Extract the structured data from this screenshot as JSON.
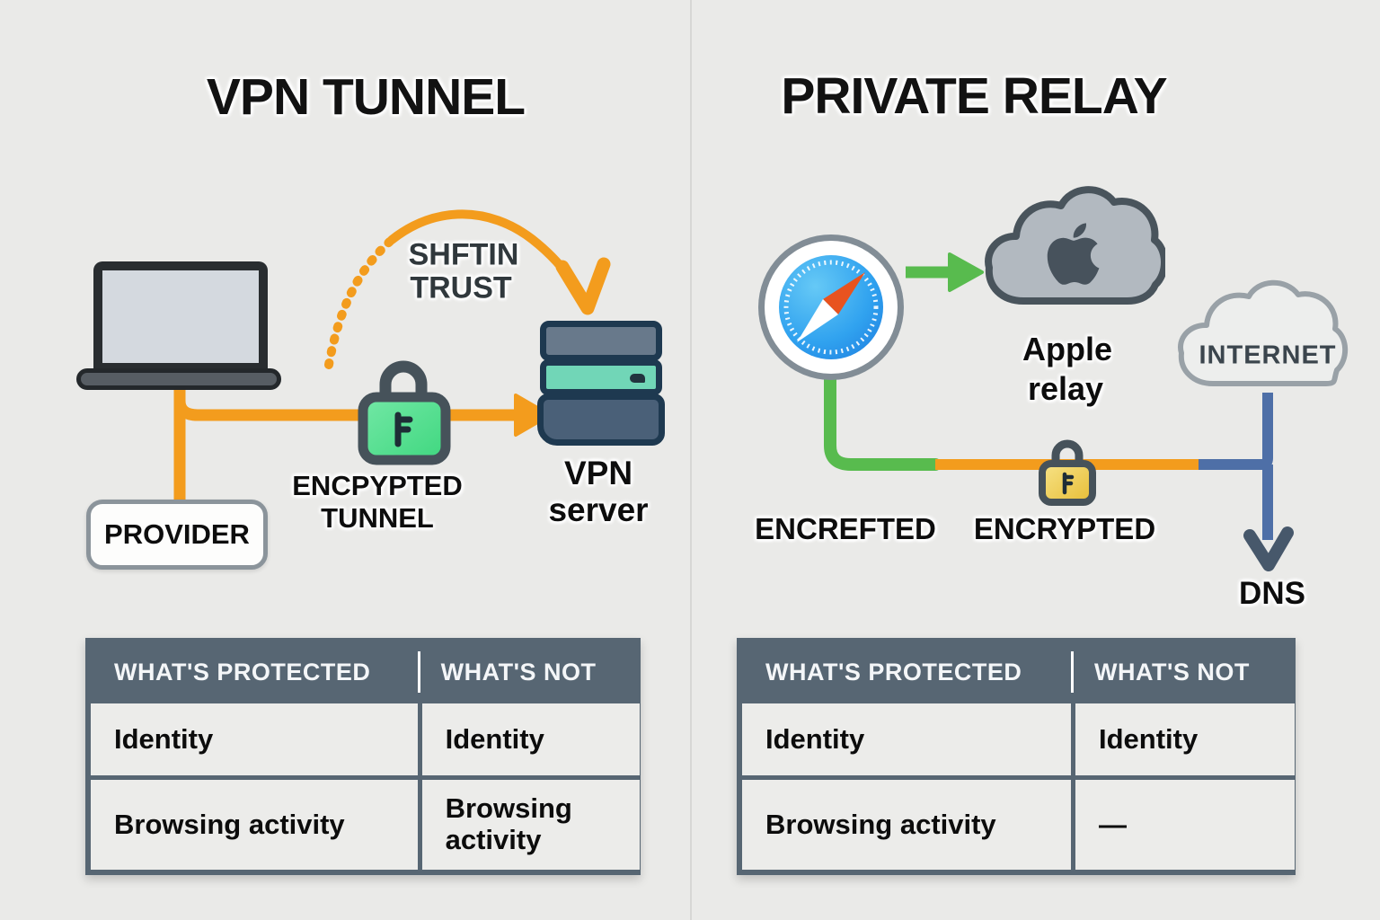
{
  "left": {
    "title": "VPN TUNNEL",
    "shifting_trust": [
      "SHFTIN",
      "TRUST"
    ],
    "encrypted_tunnel": [
      "ENCPYPTED",
      "TUNNEL"
    ],
    "vpn_server": [
      "VPN",
      "server"
    ],
    "provider": "PROVIDER",
    "table": {
      "headers": [
        "WHAT'S PROTECTED",
        "WHAT'S NOT"
      ],
      "rows": [
        [
          "Identity",
          "Identity"
        ],
        [
          "Browsing activity",
          "Browsing activity"
        ]
      ]
    }
  },
  "right": {
    "title": "PRIVATE RELAY",
    "apple_relay": [
      "Apple",
      "relay"
    ],
    "internet": "INTERNET",
    "encrypted_left": "ENCREFTED",
    "encrypted_right": "ENCRYPTED",
    "dns": "DNS",
    "table": {
      "headers": [
        "WHAT'S PROTECTED",
        "WHAT'S NOT"
      ],
      "rows": [
        [
          "Identity",
          "Identity"
        ],
        [
          "Browsing activity",
          "—"
        ]
      ]
    }
  },
  "colors": {
    "background": "#eaeae8",
    "orange_line": "#f39c1d",
    "green_line": "#58bb4e",
    "blue_line": "#4e6fa7",
    "slate_outline": "#47545c",
    "table_header": "#576673",
    "table_cell": "#ececea",
    "lock_green": "#5ee096",
    "lock_yellow": "#f2d55c",
    "server_teal": "#71d6b7",
    "server_blue": "#4a6078"
  }
}
